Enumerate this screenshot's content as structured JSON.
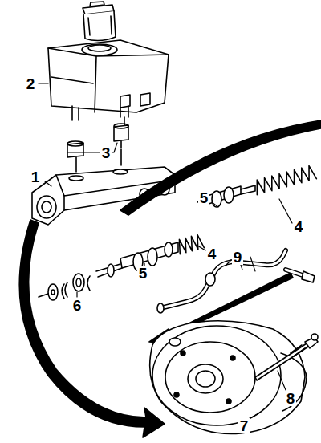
{
  "diagram": {
    "labels": [
      "2",
      "3",
      "1",
      "5",
      "4",
      "5",
      "4",
      "6",
      "9",
      "8",
      "7"
    ]
  }
}
